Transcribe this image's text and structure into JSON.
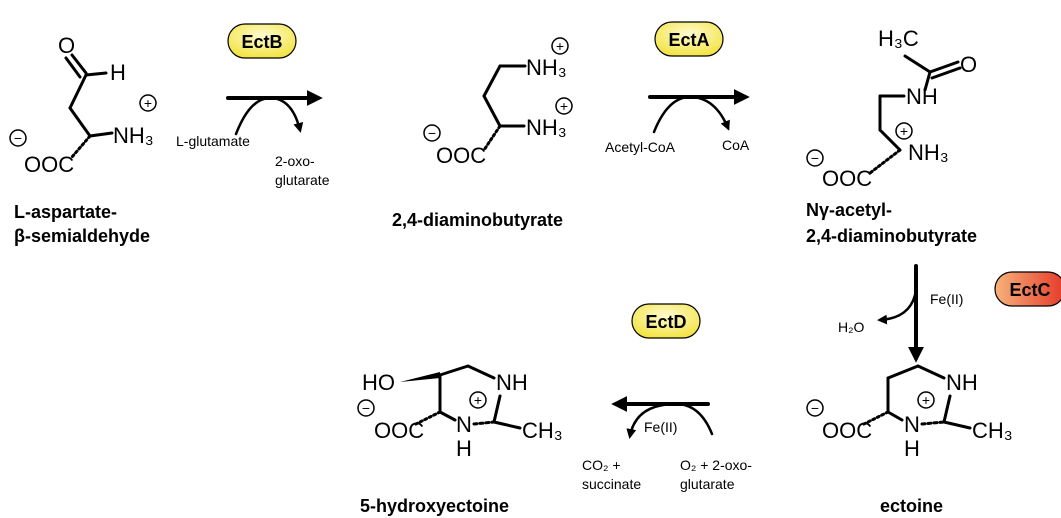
{
  "compounds": {
    "aspartate_semialdehyde": {
      "line1": "L-aspartate-",
      "line2": "β-semialdehyde"
    },
    "diaminobutyrate": {
      "name": "2,4-diaminobutyrate"
    },
    "acetyl_dab": {
      "line1": "Nγ-acetyl-",
      "line2": "2,4-diaminobutyrate"
    },
    "ectoine": {
      "name": "ectoine"
    },
    "hydroxyectoine": {
      "name": "5-hydroxyectoine"
    }
  },
  "enzymes": {
    "ectB": {
      "label": "EctB",
      "color": "#f2e23a"
    },
    "ectA": {
      "label": "EctA",
      "color": "#f2e23a"
    },
    "ectC": {
      "label": "EctC",
      "color": "#e8553a"
    },
    "ectD": {
      "label": "EctD",
      "color": "#f2e23a"
    }
  },
  "reactions": {
    "ectB": {
      "input": "L-glutamate",
      "output_line1": "2-oxo-",
      "output_line2": "glutarate"
    },
    "ectA": {
      "input": "Acetyl-CoA",
      "output": "CoA"
    },
    "ectC": {
      "cofactor": "Fe(II)",
      "output": "H₂O"
    },
    "ectD": {
      "cofactor": "Fe(II)",
      "input_line1": "O₂ + 2-oxo-",
      "input_line2": "glutarate",
      "output_line1": "CO₂ +",
      "output_line2": "succinate"
    }
  },
  "atoms": {
    "O": "O",
    "H": "H",
    "NH3": "NH₃",
    "NH": "NH",
    "N": "N",
    "OOC": "OOC",
    "H3C": "H₃C",
    "CH3": "CH₃",
    "HO": "HO",
    "plus": "+",
    "minus": "−"
  }
}
